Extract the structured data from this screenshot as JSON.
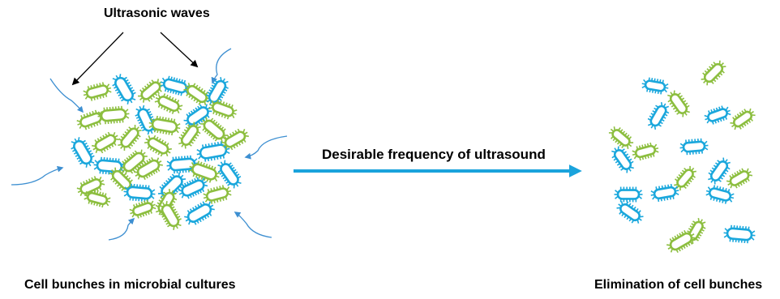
{
  "labels": {
    "waves": "Ultrasonic waves",
    "frequency": "Desirable frequency of ultrasound",
    "before": "Cell bunches in microbial cultures",
    "after": "Elimination of cell bunches"
  },
  "colors": {
    "blue_cell": "#1aa7dc",
    "green_cell": "#8cbe3f",
    "wave": "#3d8fd1",
    "main_arrow": "#1aa3dc",
    "pointer": "#000000"
  }
}
